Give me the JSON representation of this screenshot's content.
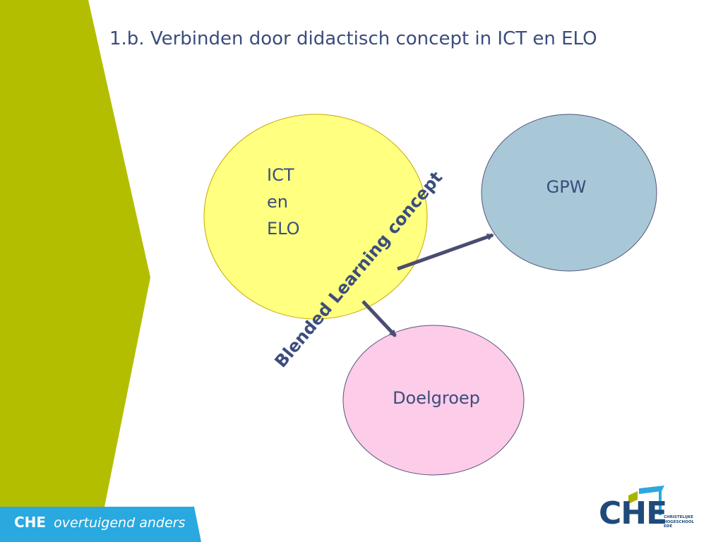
{
  "slide": {
    "title": "1.b. Verbinden door didactisch concept in ICT en ELO",
    "colors": {
      "chevron": "#b4be00",
      "title": "#3b4d7c",
      "arrow": "#4b4c70",
      "footer": "#2aa8e0",
      "logo_blue": "#1f4a7a",
      "logo_green": "#a8b400",
      "logo_cyan": "#2aa8e0"
    }
  },
  "diagram": {
    "nodes": {
      "ict": {
        "lines": [
          "ICT",
          "en",
          "ELO"
        ],
        "fill": "#ffff80",
        "stroke": "#c9a800"
      },
      "gpw": {
        "label": "GPW",
        "fill": "#a8c8d8",
        "stroke": "#555577"
      },
      "doelgroep": {
        "label": "Doelgroep",
        "fill": "#fccce8",
        "stroke": "#555577"
      }
    },
    "connector_label": "Blended Learning concept",
    "edges": [
      {
        "from": "ict",
        "to": "gpw",
        "label": "Blended Learning concept"
      },
      {
        "from": "ict",
        "to": "doelgroep",
        "label": "Blended Learning concept"
      }
    ]
  },
  "footer": {
    "brand": "CHE",
    "tagline": "overtuigend anders"
  },
  "logo": {
    "text": "CHE",
    "lines": [
      "CHRISTELIJKE",
      "HOGESCHOOL",
      "EDE"
    ]
  }
}
